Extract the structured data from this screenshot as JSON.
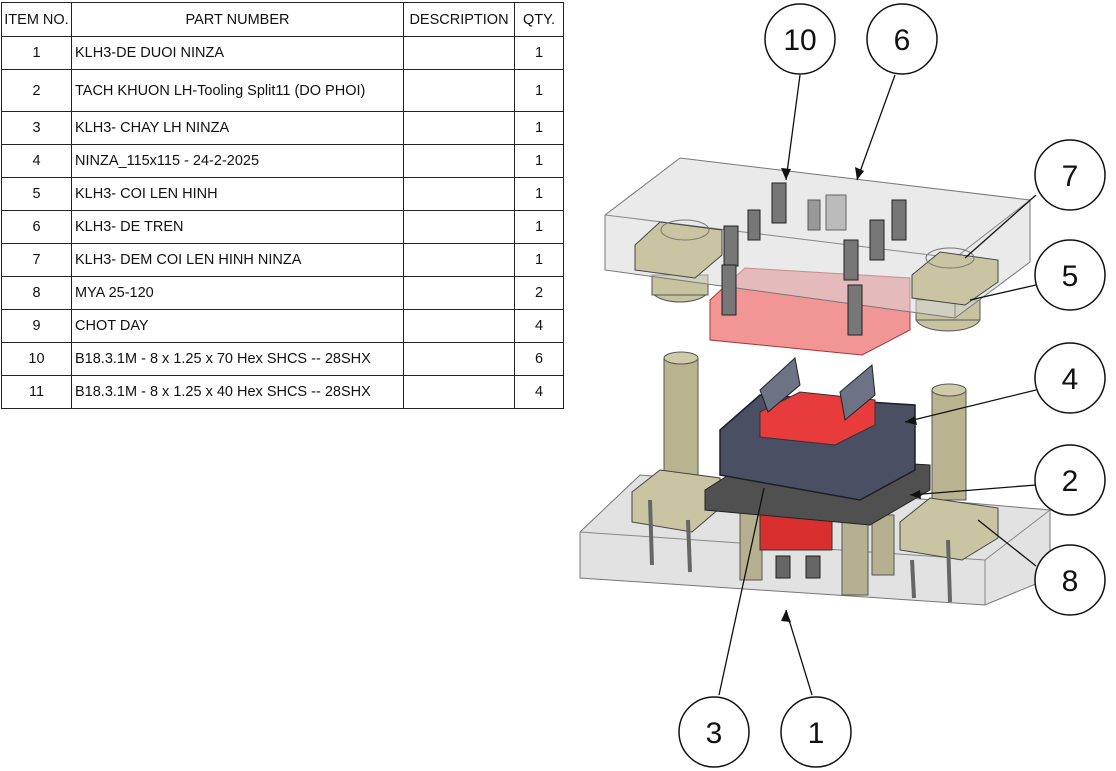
{
  "bom": {
    "headers": {
      "item_no": "ITEM NO.",
      "part_number": "PART NUMBER",
      "description": "DESCRIPTION",
      "qty": "QTY."
    },
    "rows": [
      {
        "item": "1",
        "part": "KLH3-DE DUOI NINZA",
        "description": "",
        "qty": "1"
      },
      {
        "item": "2",
        "part": "TACH KHUON LH-Tooling Split11 (DO PHOI)",
        "description": "",
        "qty": "1"
      },
      {
        "item": "3",
        "part": "KLH3- CHAY LH NINZA",
        "description": "",
        "qty": "1"
      },
      {
        "item": "4",
        "part": "NINZA_115x115 - 24-2-2025",
        "description": "",
        "qty": "1"
      },
      {
        "item": "5",
        "part": "KLH3- COI LEN HINH",
        "description": "",
        "qty": "1"
      },
      {
        "item": "6",
        "part": "KLH3- DE TREN",
        "description": "",
        "qty": "1"
      },
      {
        "item": "7",
        "part": "KLH3- DEM COI LEN HINH NINZA",
        "description": "",
        "qty": "1"
      },
      {
        "item": "8",
        "part": "MYA 25-120",
        "description": "",
        "qty": "2"
      },
      {
        "item": "9",
        "part": "CHOT DAY",
        "description": "",
        "qty": "4"
      },
      {
        "item": "10",
        "part": "B18.3.1M - 8 x 1.25 x 70 Hex SHCS -- 28SHX",
        "description": "",
        "qty": "6"
      },
      {
        "item": "11",
        "part": "B18.3.1M - 8 x 1.25 x 40 Hex SHCS -- 28SHX",
        "description": "",
        "qty": "4"
      }
    ]
  },
  "balloons": {
    "b10": "10",
    "b6": "6",
    "b7": "7",
    "b5": "5",
    "b4": "4",
    "b2": "2",
    "b8": "8",
    "b3": "3",
    "b1": "1"
  },
  "colors": {
    "plate_fill": "#d4d4d4",
    "plate_edge": "#8a8a8a",
    "pillar": "#b9b58e",
    "red_part": "#e64a4a",
    "product_dark": "#4a4f63",
    "die_top": "#e83b3b"
  }
}
